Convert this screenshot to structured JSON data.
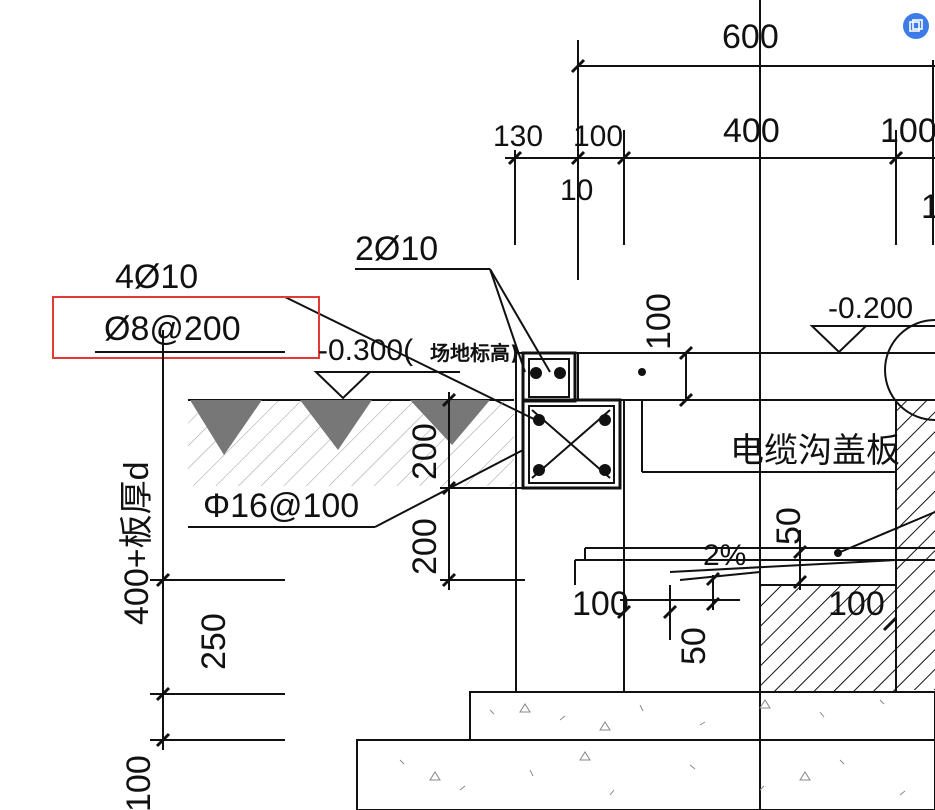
{
  "labels": {
    "dim_600": "600",
    "dim_130": "130",
    "dim_100_top": "100",
    "dim_400_top": "400",
    "dim_100_right": "100",
    "dim_10": "10",
    "dim_1_right": "1",
    "rebar_2phi10": "2Ø10",
    "rebar_4phi10": "4Ø10",
    "rebar_phi8": "Ø8@200",
    "elev_minus_0300": "-0.300(",
    "site_elev_note": "场地标高)",
    "elev_minus_0200": "-0.200",
    "dim_100_vertical": "100",
    "cable_trench_cover": "电缆沟盖板",
    "dim_200_upper": "200",
    "dim_200_lower": "200",
    "rebar_phi16": "Φ16@100",
    "depth_label": "400+板厚d",
    "dim_250": "250",
    "dim_100_bottom_vertical": "100",
    "slope_2pct": "2%",
    "dim_50_vertical": "50",
    "dim_100_left_bottom": "100",
    "dim_50_bottom": "50",
    "dim_100_right_bottom": "100"
  },
  "colors": {
    "line": "#111111",
    "highlight": "#e53935",
    "corner_button": "#3d7be6",
    "soil_fill": "#777777"
  },
  "icons": {
    "corner_button_icon": "window-icon"
  }
}
